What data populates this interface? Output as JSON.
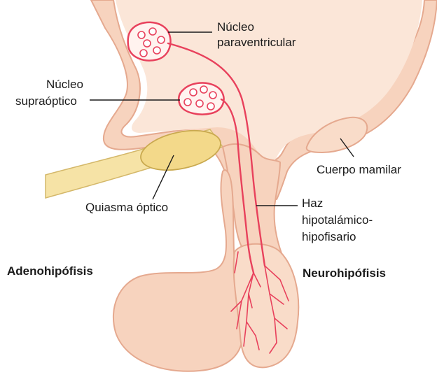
{
  "labels": {
    "nucleo_paraventricular": [
      "Núcleo",
      "paraventricular"
    ],
    "nucleo_supraoptico": [
      "Núcleo",
      "supraóptico"
    ],
    "cuerpo_mamilar": "Cuerpo mamilar",
    "quiasma_optico": "Quiasma óptico",
    "haz": [
      "Haz",
      "hipotalámico-",
      "hipofisario"
    ],
    "adenohipofisis": "Adenohipófisis",
    "neurohipofisis": "Neurohipófisis"
  },
  "colors": {
    "tissue": "#f7d3be",
    "tissue_outline": "#e5a98f",
    "optic_chiasm": "#f6e3a6",
    "nerve_fibers": "#e8415c",
    "text": "#1a1a1a"
  }
}
